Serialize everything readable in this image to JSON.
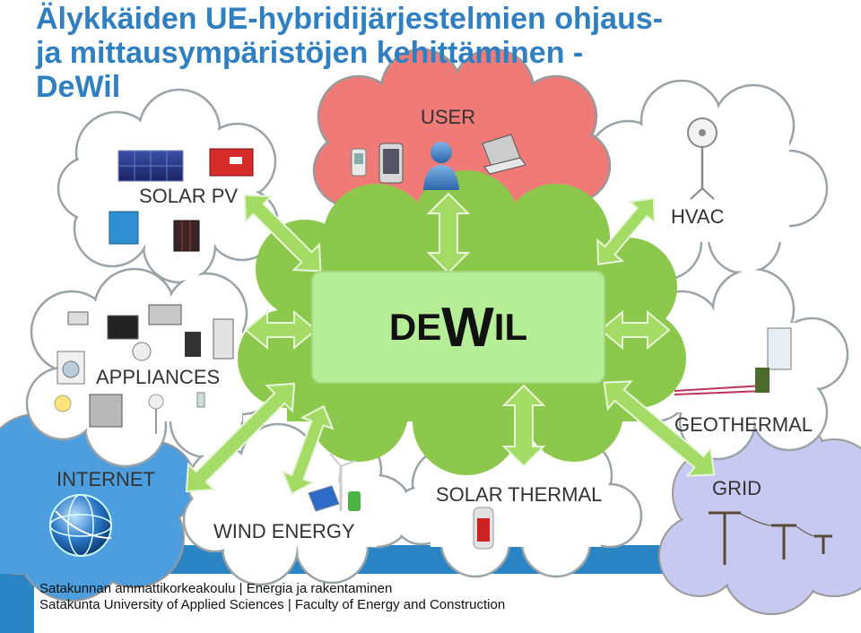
{
  "title": {
    "line1": "Älykkäiden UE-hybridijärjestelmien ohjaus-",
    "line2": "ja mittausympäristöjen kehittäminen -",
    "line3": "DeWil"
  },
  "center": {
    "logo_de": "DE",
    "logo_w": "W",
    "logo_il": "IL"
  },
  "nodes": {
    "user": "USER",
    "solar_pv": "SOLAR PV",
    "hvac": "HVAC",
    "appliances": "APPLIANCES",
    "geothermal": "GEOTHERMAL",
    "internet": "INTERNET",
    "wind_energy": "WIND ENERGY",
    "solar_thermal": "SOLAR THERMAL",
    "grid": "GRID"
  },
  "footer": {
    "line1": "Satakunnan ammattikorkeakoulu  |  Energia ja rakentaminen",
    "line2": "Satakunta University of Applied Sciences  |  Faculty of Energy and Construction"
  },
  "colors": {
    "title": "#2f7fc1",
    "center_cloud": "#8cc84b",
    "center_box": "#b6ee98",
    "user_cloud": "#f07a78",
    "internet_cloud": "#4d9ede",
    "grid_cloud": "#c7c9f0",
    "footer_band": "#2b85c5",
    "arrow": "#a3db64"
  }
}
